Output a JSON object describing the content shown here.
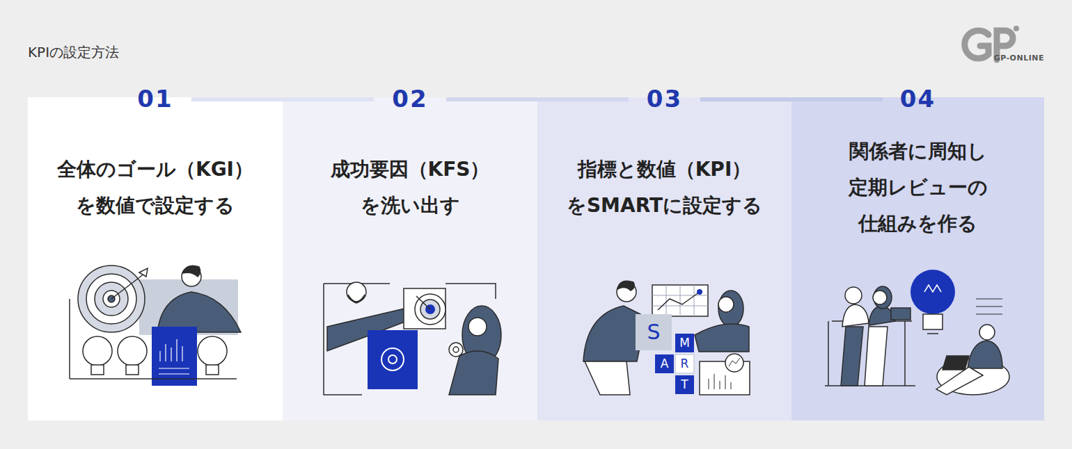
{
  "diagram": {
    "title": "KPIの設定方法",
    "nodes": [
      {
        "text": [
          "01",
          "全体のゴール（KGI） を数値で設定する"
        ]
      },
      {
        "text": [
          "02",
          "成功要因（KFS） を洗い出す"
        ]
      },
      {
        "text": [
          "03",
          "指標と数値（KPI） をSMARTに設定する"
        ]
      },
      {
        "text": [
          "04",
          "関係者に周知し 定期レビューの 仕組みを作る"
        ]
      }
    ],
    "labels": [
      "GP-ONLINE",
      "S",
      "M",
      "A",
      "R",
      "T"
    ]
  }
}
